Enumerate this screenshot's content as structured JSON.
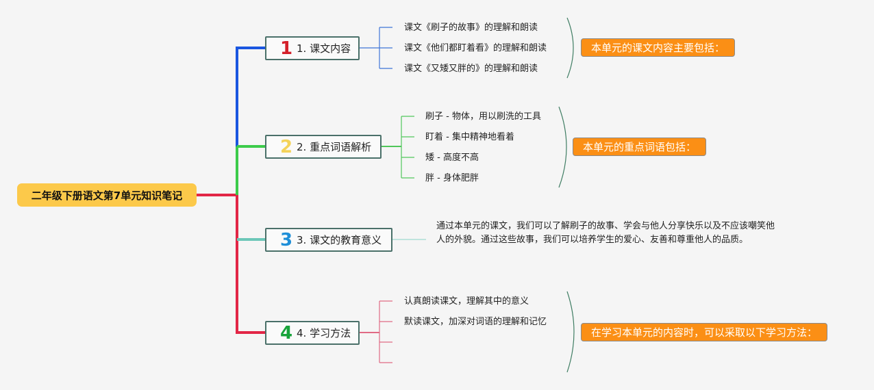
{
  "root": {
    "title": "二年级下册语文第7单元知识笔记"
  },
  "topics": [
    {
      "number": "1",
      "label": "1. 课文内容",
      "color": "#1a56e0",
      "number_color": "#d4202a",
      "items": [
        "课文《刷子的故事》的理解和朗读",
        "课文《他们都盯着看》的理解和朗读",
        "课文《又矮又胖的》的理解和朗读"
      ],
      "summary": "本单元的课文内容主要包括："
    },
    {
      "number": "2",
      "label": "2. 重点词语解析",
      "color": "#3ccb4a",
      "number_color": "#f4d35a",
      "items": [
        "刷子 - 物体，用以刷洗的工具",
        "盯着 - 集中精神地看着",
        "矮 - 高度不高",
        "胖 - 身体肥胖"
      ],
      "summary": "本单元的重点词语包括："
    },
    {
      "number": "3",
      "label": "3. 课文的教育意义",
      "color": "#6cc7b8",
      "number_color": "#1f8fd8",
      "paragraph": "通过本单元的课文，我们可以了解刷子的故事、学会与他人分享快乐以及不应该嘲笑他人的外貌。通过这些故事，我们可以培养学生的爱心、友善和尊重他人的品质。"
    },
    {
      "number": "4",
      "label": "4. 学习方法",
      "color": "#e22646",
      "number_color": "#17a33a",
      "items": [
        "认真朗读课文，理解其中的意义",
        "默读课文，加深对词语的理解和记忆",
        "",
        ""
      ],
      "summary": "在学习本单元的内容时，可以采取以下学习方法："
    }
  ]
}
